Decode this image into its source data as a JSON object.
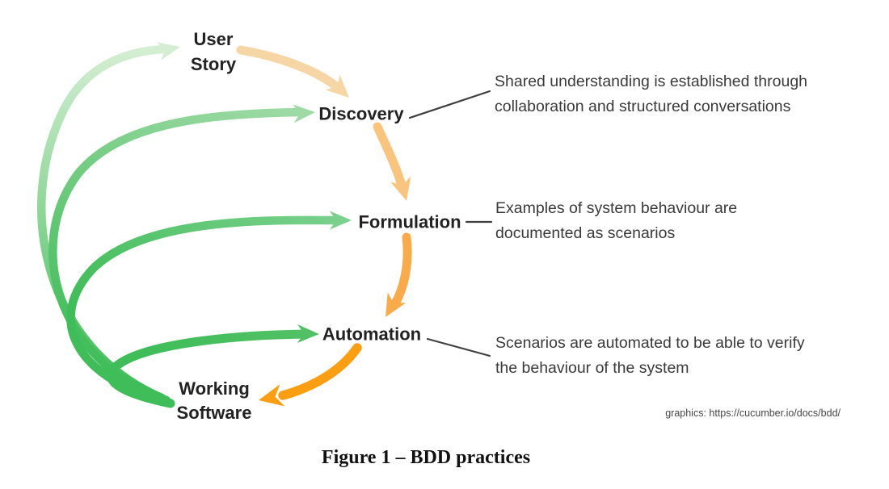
{
  "figure": {
    "nodes": {
      "user_story": "User\nStory",
      "discovery": "Discovery",
      "formulation": "Formulation",
      "automation": "Automation",
      "working_software": "Working\nSoftware"
    },
    "annotations": {
      "discovery": "Shared understanding is established through\ncollaboration and structured conversations",
      "formulation": "Examples of system behaviour are\ndocumented as scenarios",
      "automation": "Scenarios are automated to be able to verify\nthe behaviour of the system"
    },
    "flow": {
      "forward": [
        "User Story",
        "Discovery",
        "Formulation",
        "Automation",
        "Working Software"
      ],
      "feedback_from": "Working Software",
      "feedback_to": [
        "User Story",
        "Discovery",
        "Formulation",
        "Automation"
      ]
    },
    "credit": "graphics: https://cucumber.io/docs/bdd/",
    "caption": "Figure 1 – BDD practices",
    "colors": {
      "green_base": "#3fbd58",
      "green_tip_user_story": "#d5eed3",
      "green_tip_discovery": "#9fdaa6",
      "green_tip_formulation": "#7ad08c",
      "green_tip_automation": "#52c166",
      "orange_user_story_discovery": "#f7d6a6",
      "orange_discovery_formulation": "#f9c47e",
      "orange_formulation_automation": "#f9ab49",
      "orange_automation_working": "#fb9e11",
      "connector": "#3f3f3f",
      "node_text": "#222222",
      "annotation_text": "#3a3a3a"
    }
  }
}
